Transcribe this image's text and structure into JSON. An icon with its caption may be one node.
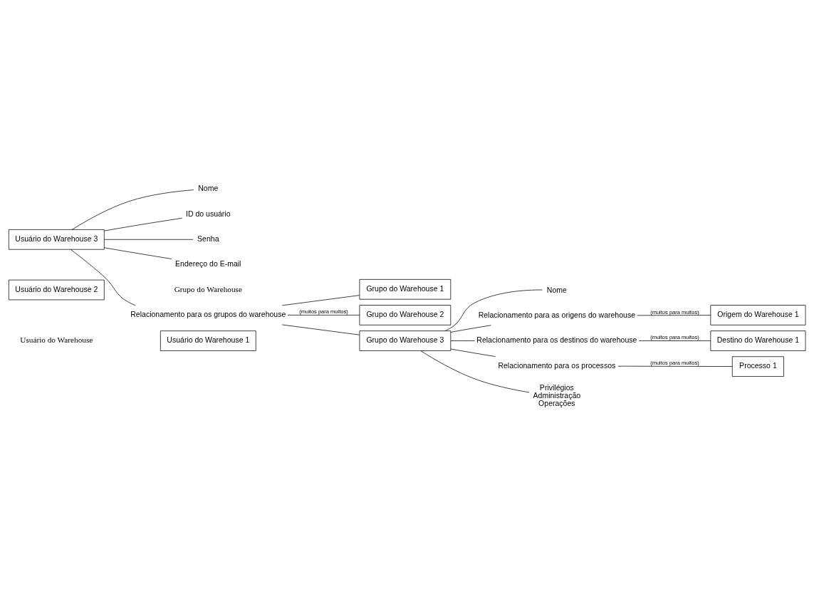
{
  "diagram": {
    "nodes": [
      {
        "text": [
          "Usuário do Warehouse 1"
        ]
      },
      {
        "text": [
          "Usuário do Warehouse 2"
        ]
      },
      {
        "text": [
          "Usuário do Warehouse 3"
        ]
      },
      {
        "text": [
          "Nome"
        ]
      },
      {
        "text": [
          "ID do usuário"
        ]
      },
      {
        "text": [
          "Senha"
        ]
      },
      {
        "text": [
          "Endereço do E-mail"
        ]
      },
      {
        "text": [
          "Relacionamento para os grupos do warehouse"
        ]
      },
      {
        "text": [
          "Grupo do Warehouse 1"
        ]
      },
      {
        "text": [
          "Grupo do Warehouse 2"
        ]
      },
      {
        "text": [
          "Grupo do Warehouse 3"
        ]
      },
      {
        "text": [
          "Nome"
        ]
      },
      {
        "text": [
          "Relacionamento para as origens do warehouse"
        ]
      },
      {
        "text": [
          "Relacionamento para os destinos do warehouse"
        ]
      },
      {
        "text": [
          "Relacionamento para os processos"
        ]
      },
      {
        "text": [
          "Privilégios",
          "Administração",
          "Operações"
        ]
      },
      {
        "text": [
          "Origem do Warehouse 1"
        ]
      },
      {
        "text": [
          "Destino do Warehouse 1"
        ]
      },
      {
        "text": [
          "Processo 1"
        ]
      }
    ],
    "edges": [
      {
        "from": 2,
        "to": 3,
        "arrow": "none"
      },
      {
        "from": 2,
        "to": 4,
        "arrow": "none"
      },
      {
        "from": 2,
        "to": 5,
        "arrow": "none"
      },
      {
        "from": 2,
        "to": 6,
        "arrow": "none"
      },
      {
        "from": 2,
        "to": 7,
        "arrow": "none"
      },
      {
        "from": 7,
        "to": 8,
        "arrow": "none"
      },
      {
        "from": 7,
        "to": 9,
        "arrow": "none",
        "label": "(muitos para muitos)"
      },
      {
        "from": 7,
        "to": 10,
        "arrow": "none"
      },
      {
        "from": 10,
        "to": 11,
        "arrow": "none"
      },
      {
        "from": 10,
        "to": 12,
        "arrow": "none"
      },
      {
        "from": 10,
        "to": 13,
        "arrow": "none"
      },
      {
        "from": 10,
        "to": 14,
        "arrow": "none"
      },
      {
        "from": 10,
        "to": 15,
        "arrow": "none"
      },
      {
        "from": 12,
        "to": 16,
        "arrow": "none",
        "label": "(muitos para muitos)"
      },
      {
        "from": 13,
        "to": 17,
        "arrow": "none",
        "label": "(muitos para muitos)"
      },
      {
        "from": 14,
        "to": 18,
        "arrow": "none",
        "label": "(muitos para muitos)"
      }
    ],
    "labels": [
      "Usuário do Warehouse",
      "Grupo do Warehouse"
    ]
  }
}
